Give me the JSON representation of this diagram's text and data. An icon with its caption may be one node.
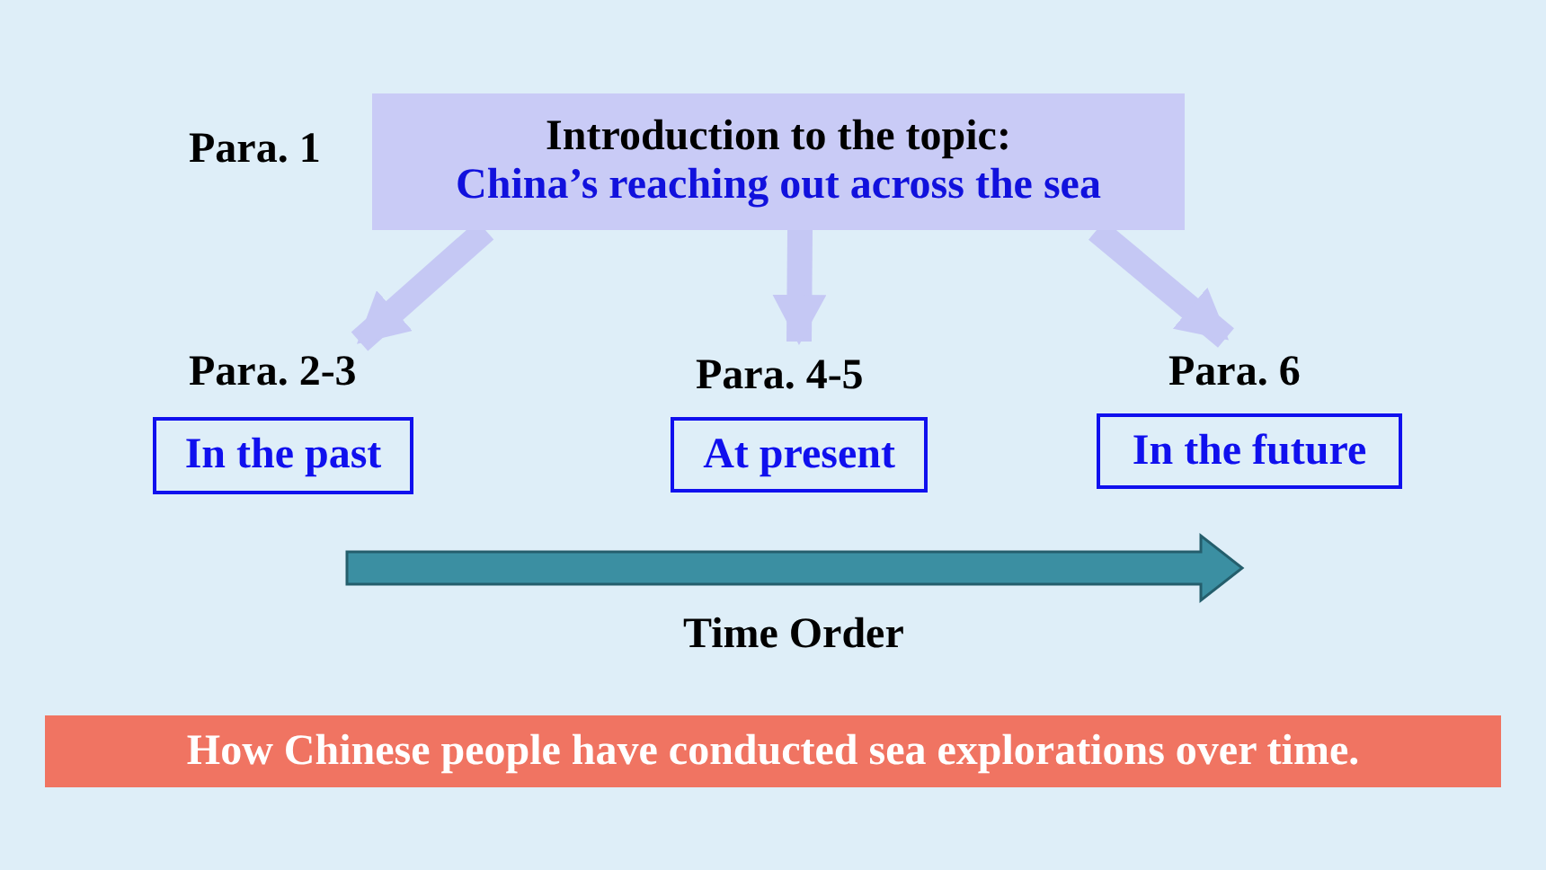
{
  "diagram": {
    "nodes": [
      {
        "text": [
          "Introduction to the topic:",
          "China’s reaching out across the sea"
        ],
        "beside": [
          "Para. 1"
        ]
      },
      {
        "text": [
          "In the past"
        ],
        "beside": [
          "Para. 2-3"
        ]
      },
      {
        "text": [
          "At present"
        ],
        "beside": [
          "Para. 4-5"
        ]
      },
      {
        "text": [
          "In the future"
        ],
        "beside": [
          "Para. 6"
        ]
      },
      {
        "text": [
          "How Chinese people have conducted sea explorations over time."
        ]
      }
    ],
    "edges": [
      {
        "from": 0,
        "to": 1,
        "arrow": "to"
      },
      {
        "from": 0,
        "to": 2,
        "arrow": "to"
      },
      {
        "from": 0,
        "to": 3,
        "arrow": "to"
      }
    ],
    "labels": [
      "Time Order"
    ]
  }
}
